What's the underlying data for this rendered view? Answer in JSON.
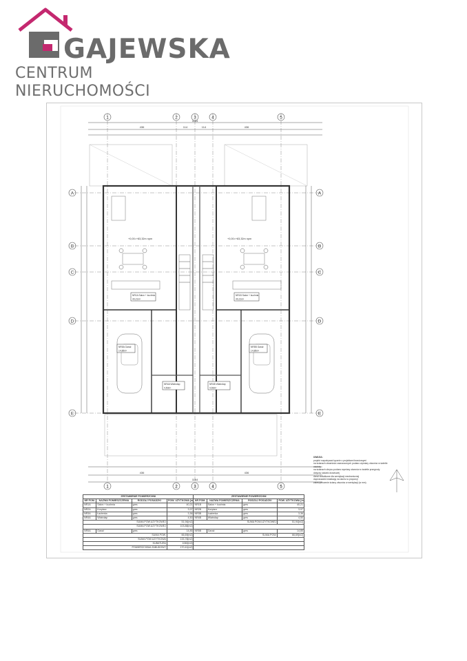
{
  "brand": {
    "name": "GAJEWSKA",
    "subtitle": "CENTRUM NIERUCHOMOŚCI",
    "colors": {
      "roof": "#c4286f",
      "block": "#6b6b6b",
      "text": "#6e6e6e"
    }
  },
  "plan": {
    "axis_columns": [
      "1",
      "2",
      "3",
      "4",
      "5"
    ],
    "axis_rows": [
      "A",
      "B",
      "C",
      "D",
      "E"
    ],
    "top_dims": [
      "436",
      "114",
      "114",
      "436"
    ],
    "total_width": "1164",
    "level_labels": [
      "+0,00=+83,32m npm",
      "+0,00=+83,32m npm"
    ],
    "rooms": [
      {
        "tag": "NR1A Salon + kuchnia",
        "area": "40,21m²"
      },
      {
        "tag": "NR1B Salon + kuchnia",
        "area": "40,21m²"
      },
      {
        "tag": "NR5A Garaż",
        "area": "14,85m²"
      },
      {
        "tag": "NR5B Garaż",
        "area": "14,85m²"
      },
      {
        "tag": "NR4A Wiatrołap",
        "area": "4,50m²"
      },
      {
        "tag": "NR4B Wiatrołap",
        "area": "4,50m²"
      }
    ]
  },
  "legend": {
    "title": "UWAGA:",
    "items": [
      "projekt rozpatrywać łącznie z projektami branżowymi",
      "na ścianach otwartości zaznaczonych podano wymiary otworów w świetle ościeży",
      "na ścianach obrysu podano wymiary otworów w świetle przegrody",
      "dotyczy stolarki drzwiowej",
      "drzwi dodatkowe dla wentylacji mechanicznej",
      "doprowadzić instalację na dachu w proporcji",
      "zabezpieczenie ściany otworów w wentylacji (w mm)"
    ]
  },
  "table": {
    "title_left": "ZESTAWIENIE POWIERZCHNI",
    "title_right": "ZESTAWIENIE POWIERZCHNI",
    "headers": [
      "NR POM.",
      "NAZWA POMIESZCZENIA",
      "RODZAJ POSADZKI",
      "POW. UŻYTKOWA [m2]",
      "NR POM.",
      "NAZWA POMIESZCZENIA",
      "RODZAJ POSADZKI",
      "POW. UŻYTKOWA [m2]"
    ],
    "rows": [
      [
        "NR1A",
        "Salon + kuchnia",
        "gres",
        "40,21",
        "NR1B",
        "Salon + kuchnia",
        "gres",
        "40,21"
      ],
      [
        "NR2A",
        "Korytarz",
        "gres",
        "3,97",
        "NR2B",
        "Korytarz",
        "gres",
        "3,97"
      ],
      [
        "NR3A",
        "Łazienka",
        "gres",
        "3,36",
        "NR3B",
        "Łazienka",
        "gres",
        "3,36"
      ],
      [
        "NR4A",
        "Wiatrołap",
        "gres",
        "4,50",
        "NR4B",
        "Wiatrołap",
        "gres",
        "4,50"
      ]
    ],
    "sum_usable_left_label": "SUMA POW.UŻYTKOWEJ",
    "sum_usable_left": "51,94[m2]",
    "sum_usable_right_label": "SUMA POW.UŻYTKOWEJ",
    "sum_usable_right": "51,94[m2]",
    "sum_usable_total_label": "SUMA POW.UŻYTKOWEJ",
    "sum_usable_total": "103,88[m2]",
    "garage_left": [
      "NR5A",
      "Garaż",
      "gres",
      "14,85"
    ],
    "garage_right": [
      "NR5B",
      "Garaż",
      "gres",
      "14,85"
    ],
    "sum_total_left_label": "SUMA POW.",
    "sum_total_left": "66,69[m2]",
    "sum_total_right_label": "SUMA POW.",
    "sum_total_right": "66,69[m2]",
    "sum_all_label": "SUMA POW.UŻYTKOWA",
    "sum_all": "133,78[m2]",
    "kubatura_label": "KUBATURA",
    "kubatura": "1060[m3]",
    "built_area_label": "POWIERZCHNIA ZABUDOWY",
    "built_area": "170,41[m2]"
  }
}
